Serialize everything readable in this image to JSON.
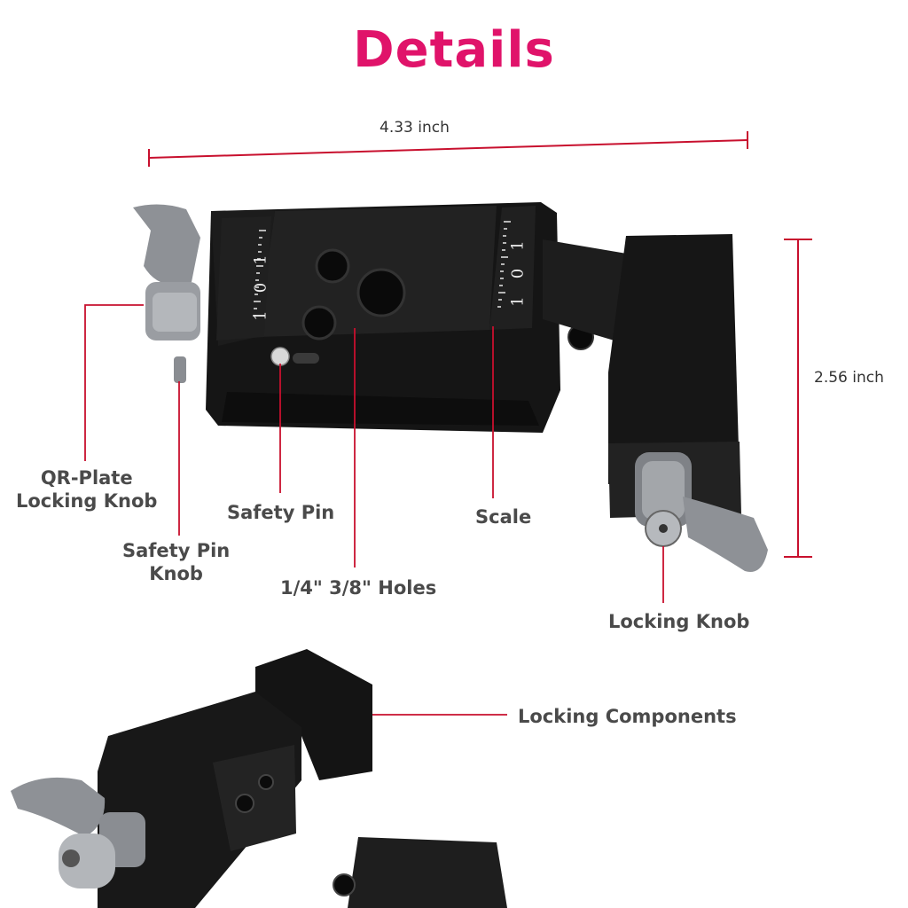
{
  "title": "Details",
  "colors": {
    "title": "#e0136a",
    "leader": "#c8102e",
    "label": "#4a4a4a",
    "metal": "#1a1a1a",
    "knob": "#8e9196"
  },
  "dimensions": {
    "width": "4.33 inch",
    "height": "2.56 inch"
  },
  "labels": {
    "qr_plate_knob": [
      "QR-Plate",
      "Locking Knob"
    ],
    "safety_pin_knob": [
      "Safety Pin",
      "Knob"
    ],
    "safety_pin": "Safety Pin",
    "holes": "1/4\" 3/8\" Holes",
    "scale": "Scale",
    "locking_knob": "Locking Knob",
    "locking_components": "Locking Components"
  },
  "scale_marks": [
    "1",
    "0",
    "1"
  ]
}
